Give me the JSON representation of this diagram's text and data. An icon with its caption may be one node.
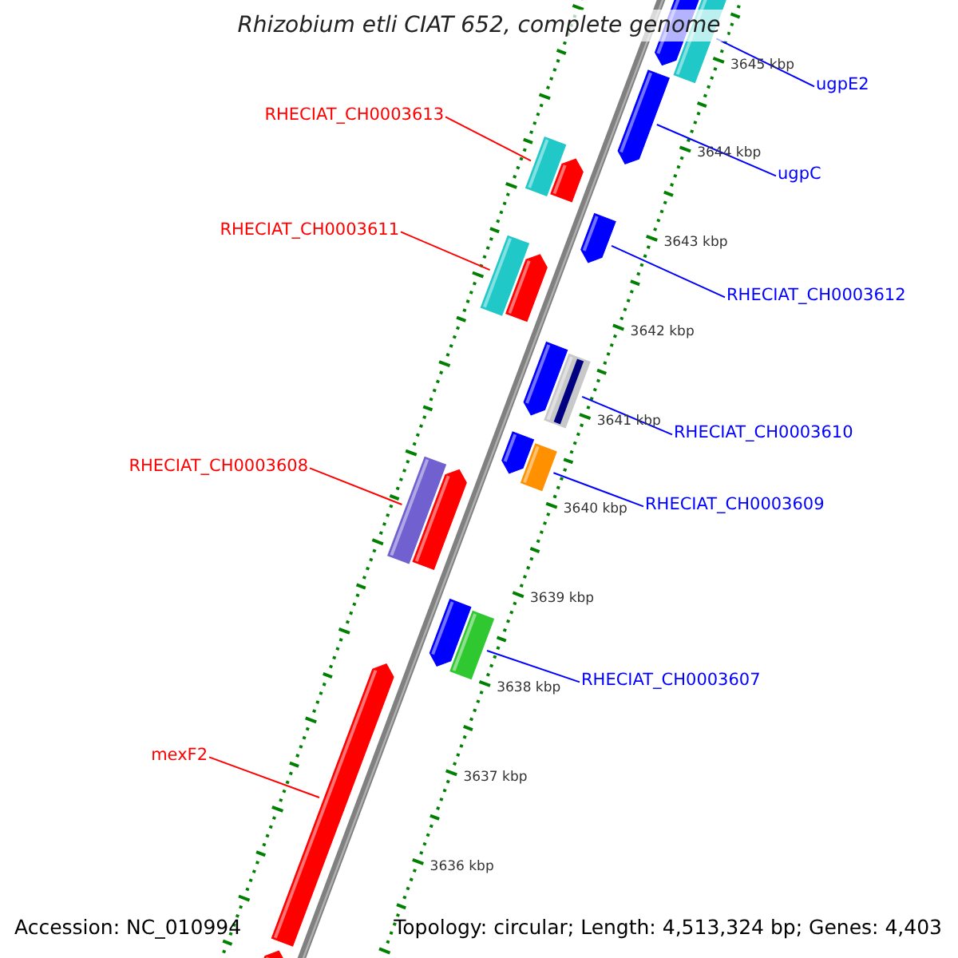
{
  "diagram": {
    "title": "Rhizobium etli CIAT 652, complete genome",
    "nodes": [
      {
        "text": [
          "ugpE2"
        ]
      },
      {
        "text": [
          "RHECIAT_CH0003613"
        ]
      },
      {
        "text": [
          "ugpC"
        ]
      },
      {
        "text": [
          "RHECIAT_CH0003611"
        ]
      },
      {
        "text": [
          "RHECIAT_CH0003612"
        ]
      },
      {
        "text": [
          "RHECIAT_CH0003610"
        ]
      },
      {
        "text": [
          "RHECIAT_CH0003608"
        ]
      },
      {
        "text": [
          "RHECIAT_CH0003609"
        ]
      },
      {
        "text": [
          "RHECIAT_CH0003607"
        ]
      },
      {
        "text": [
          "mexF2"
        ]
      },
      {
        "text": [],
        "shape": "bar"
      },
      {
        "text": [],
        "shape": "bar"
      },
      {
        "text": [],
        "shape": "arrow"
      },
      {
        "text": [],
        "shape": "bar"
      },
      {
        "text": [],
        "shape": "arrow"
      },
      {
        "text": [],
        "shape": "bar"
      },
      {
        "text": [],
        "shape": "bar"
      },
      {
        "text": [],
        "shape": "bar"
      },
      {
        "text": [],
        "shape": "bar"
      },
      {
        "text": [],
        "shape": "arrow"
      },
      {
        "text": [],
        "shape": "arrow"
      },
      {
        "text": [],
        "shape": "arrow"
      },
      {
        "text": [],
        "shape": "arrow"
      },
      {
        "text": [],
        "shape": "arrow"
      },
      {
        "text": [],
        "shape": "arrow"
      },
      {
        "text": [],
        "shape": "arrow"
      },
      {
        "text": [],
        "shape": "arrow"
      },
      {
        "text": [],
        "shape": "arrow"
      }
    ],
    "edges": [
      {
        "from": 0,
        "to": 10,
        "arrow": "none"
      },
      {
        "from": 1,
        "to": 11,
        "arrow": "none",
        "color": "#ff0000"
      },
      {
        "from": 2,
        "to": 12,
        "arrow": "none"
      },
      {
        "from": 3,
        "to": 13,
        "arrow": "none",
        "color": "#ff0000"
      },
      {
        "from": 4,
        "to": 14,
        "arrow": "none"
      },
      {
        "from": 5,
        "to": 15,
        "arrow": "none"
      },
      {
        "from": 6,
        "to": 16,
        "arrow": "none",
        "color": "#ff0000"
      },
      {
        "from": 7,
        "to": 17,
        "arrow": "none"
      },
      {
        "from": 8,
        "to": 18,
        "arrow": "none"
      },
      {
        "from": 9,
        "to": 19,
        "arrow": "none",
        "color": "#ff0000"
      }
    ],
    "labels": [
      "3645 kbp",
      "3644 kbp",
      "3643 kbp",
      "3642 kbp",
      "3641 kbp",
      "3640 kbp",
      "3639 kbp",
      "3638 kbp",
      "3637 kbp",
      "3636 kbp",
      "Accession: NC_010994",
      "Topology: circular; Length: 4,513,324 bp; Genes: 4,403"
    ]
  }
}
